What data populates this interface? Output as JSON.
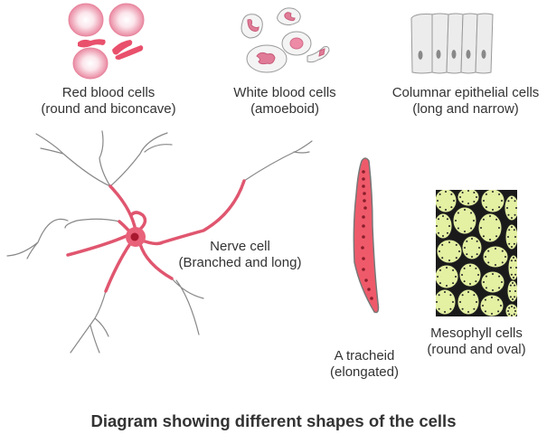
{
  "title": "Diagram showing different shapes of the cells",
  "colors": {
    "blood_pink": "#ee8fa6",
    "blood_pink_light": "#fbe3ea",
    "nerve_red": "#e0566f",
    "tracheid_red": "#ef5a6a",
    "mesophyll_green": "#e4f0a2",
    "outline_gray": "#888888",
    "text": "#333333"
  },
  "cells": [
    {
      "id": "rbc",
      "name": "Red blood cells",
      "description": "(round and biconcave)"
    },
    {
      "id": "wbc",
      "name": "White blood cells",
      "description": "(amoeboid)"
    },
    {
      "id": "columnar",
      "name": "Columnar epithelial cells",
      "description": "(long and narrow)"
    },
    {
      "id": "nerve",
      "name": "Nerve cell",
      "description": "(Branched and long)"
    },
    {
      "id": "tracheid",
      "name": "A tracheid",
      "description": "(elongated)"
    },
    {
      "id": "mesophyll",
      "name": "Mesophyll cells",
      "description": "(round and oval)"
    }
  ]
}
